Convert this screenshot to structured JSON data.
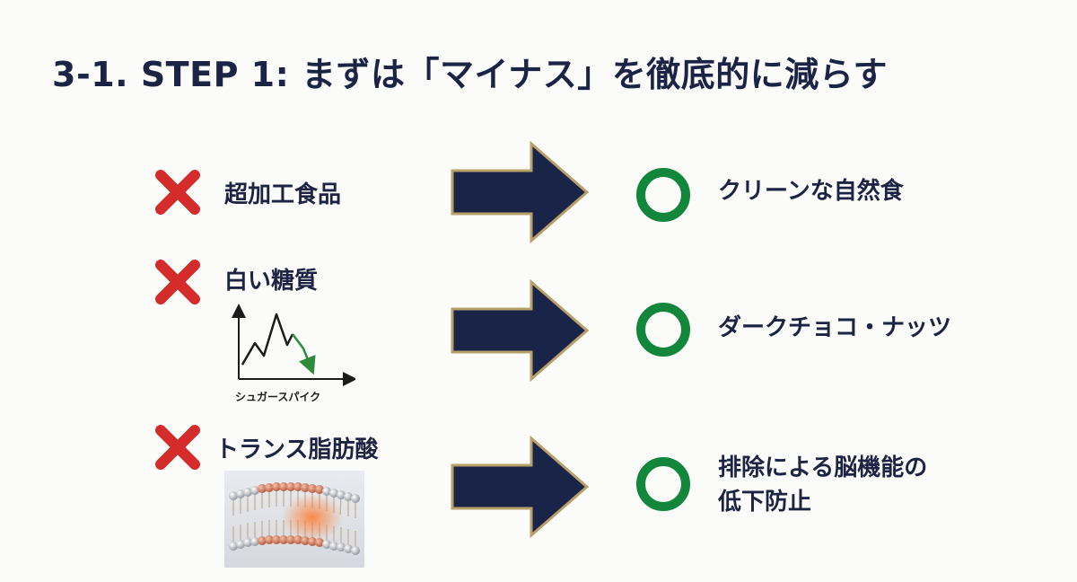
{
  "title": "3-1. STEP 1: まずは「マイナス」を徹底的に減らす",
  "rows": [
    {
      "bad_label": "超加工食品",
      "good_label_line1": "クリーンな自然食",
      "good_label_line2": ""
    },
    {
      "bad_label": "白い糖質",
      "chart_caption": "シュガースパイク",
      "good_label_line1": "ダークチョコ・ナッツ",
      "good_label_line2": ""
    },
    {
      "bad_label": "トランス脂肪酸",
      "good_label_line1": "排除による脳機能の",
      "good_label_line2": "低下防止"
    }
  ],
  "colors": {
    "title": "#1b2445",
    "cross": "#d42b2b",
    "circle": "#12863a",
    "arrow_fill": "#1a2448",
    "arrow_stroke": "#b8a06a",
    "spike_line": "#1b1b1b",
    "spike_drop": "#2f8a3c"
  },
  "icons": {
    "cross": "cross-mark-icon",
    "circle": "circle-mark-icon",
    "arrow": "right-arrow-icon"
  }
}
